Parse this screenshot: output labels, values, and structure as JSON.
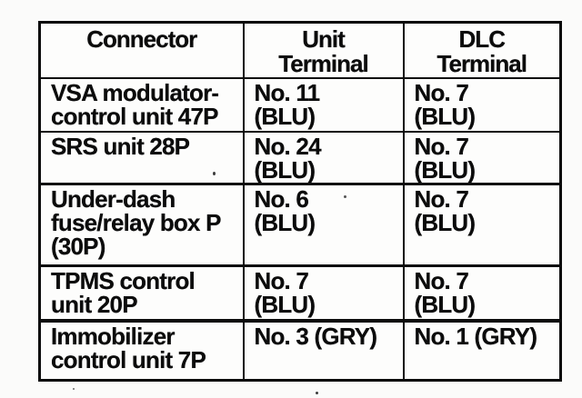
{
  "colors": {
    "paper": "#fbfbfa",
    "ink": "#0c0c0c"
  },
  "table": {
    "headers": [
      "Connector",
      "Unit\nTerminal",
      "DLC\nTerminal"
    ],
    "rows": [
      {
        "connector": "VSA modulator-\ncontrol unit 47P",
        "unit_terminal": "No. 11\n(BLU)",
        "dlc_terminal": "No. 7\n(BLU)"
      },
      {
        "connector": "SRS unit 28P",
        "unit_terminal": "No. 24\n(BLU)",
        "dlc_terminal": "No. 7\n(BLU)"
      },
      {
        "connector": "Under-dash\nfuse/relay box P\n(30P)",
        "unit_terminal": "No. 6\n(BLU)",
        "dlc_terminal": "No. 7\n(BLU)"
      },
      {
        "connector": "TPMS control\nunit 20P",
        "unit_terminal": "No. 7\n(BLU)",
        "dlc_terminal": "No. 7\n(BLU)"
      },
      {
        "connector": "Immobilizer\ncontrol unit 7P",
        "unit_terminal": "No. 3 (GRY)",
        "dlc_terminal": "No. 1 (GRY)"
      }
    ]
  }
}
